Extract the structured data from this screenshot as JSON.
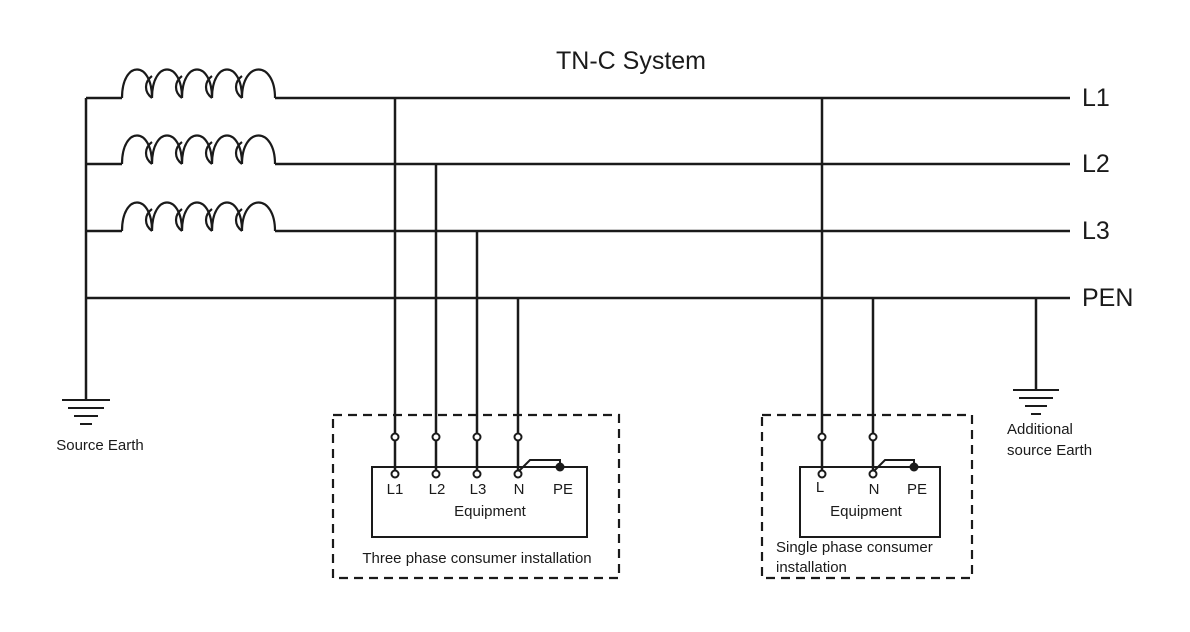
{
  "title": "TN-C System",
  "lines": {
    "l1": "L1",
    "l2": "L2",
    "l3": "L3",
    "pen": "PEN"
  },
  "earth": {
    "source_label": "Source Earth",
    "additional_label_1": "Additional",
    "additional_label_2": "source Earth"
  },
  "three_phase": {
    "terminals": [
      "L1",
      "L2",
      "L3",
      "N",
      "PE"
    ],
    "equipment_label": "Equipment",
    "caption": "Three phase consumer installation"
  },
  "single_phase": {
    "terminals": [
      "L",
      "N",
      "PE"
    ],
    "equipment_label": "Equipment",
    "caption_1": "Single phase consumer",
    "caption_2": "installation"
  }
}
